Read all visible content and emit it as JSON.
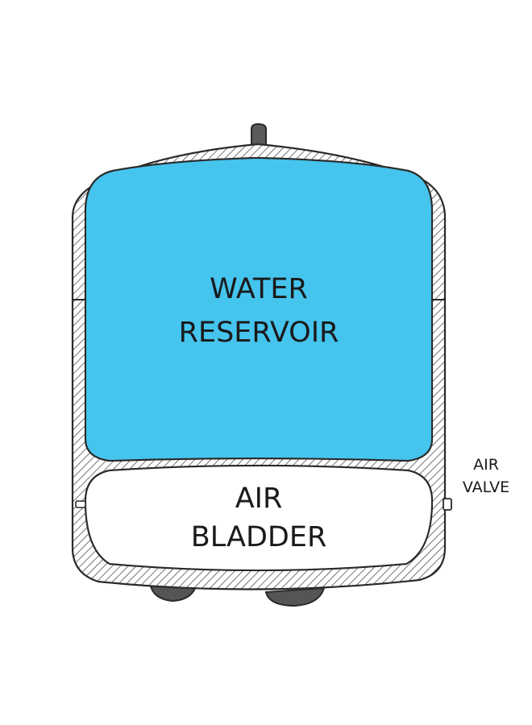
{
  "diagram": {
    "labels": {
      "water_line1": "WATER",
      "water_line2": "RESERVOIR",
      "air_line1": "AIR",
      "air_line2": "BLADDER",
      "valve_line1": "AIR",
      "valve_line2": "VALVE"
    },
    "colors": {
      "water": "#45c4ee",
      "bladder": "#ffffff",
      "outline": "#2a2a2a",
      "hatch": "#3a3a3a",
      "fitting": "#5a5a5a",
      "feet": "#555555"
    }
  }
}
